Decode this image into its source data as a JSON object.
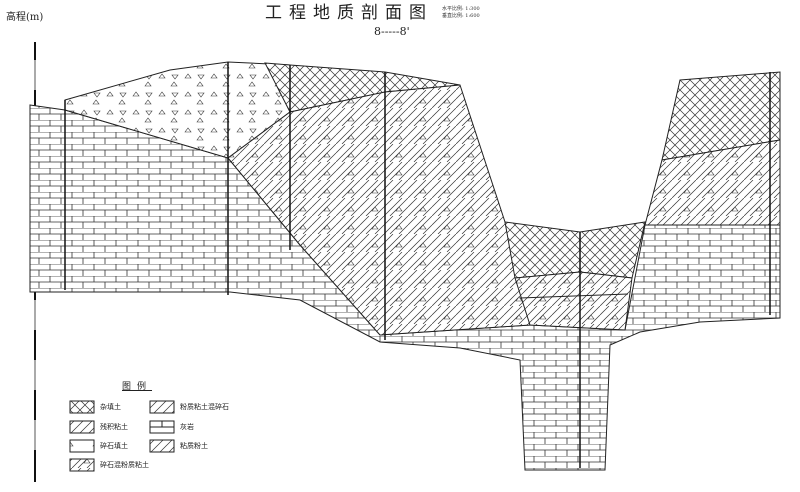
{
  "title": "工程地质剖面图",
  "scale_notes": [
    "水平比例: 1:300",
    "垂直比例: 1:600"
  ],
  "section_label": "8-----8'",
  "y_axis_label": "高程(m)",
  "legend": {
    "title": "图例",
    "items": [
      {
        "pattern": "crosshatch",
        "label": "杂填土"
      },
      {
        "pattern": "diagonal-triangle",
        "label": "粉质粘土混碎石"
      },
      {
        "pattern": "diagonal",
        "label": "残积粘土"
      },
      {
        "pattern": "brick",
        "label": "灰岩"
      },
      {
        "pattern": "triangle",
        "label": "碎石填土"
      },
      {
        "pattern": "diagonal-dense",
        "label": "粘质粉土"
      },
      {
        "pattern": "diagonal-triangle-mixed",
        "label": "碎石混粉质粘土"
      }
    ]
  }
}
